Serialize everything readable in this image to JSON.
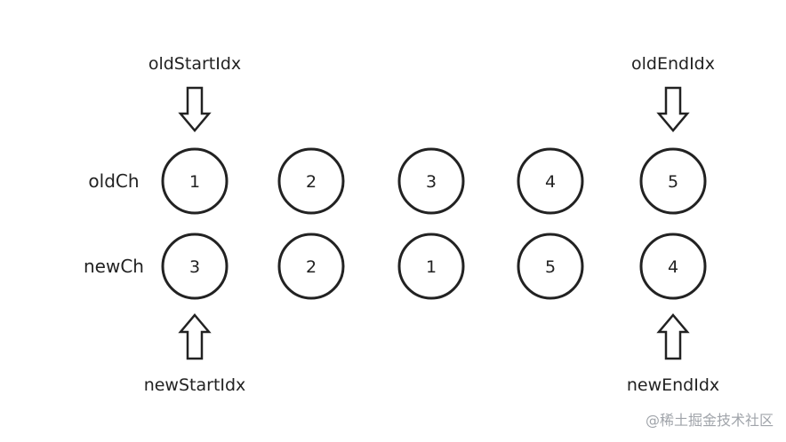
{
  "labels": {
    "old_start_idx": "oldStartIdx",
    "old_end_idx": "oldEndIdx",
    "new_start_idx": "newStartIdx",
    "new_end_idx": "newEndIdx",
    "old_row": "oldCh",
    "new_row": "newCh"
  },
  "old_ch": [
    "1",
    "2",
    "3",
    "4",
    "5"
  ],
  "new_ch": [
    "3",
    "2",
    "1",
    "5",
    "4"
  ],
  "watermark": "@稀土掘金技术社区",
  "colors": {
    "stroke": "#222222",
    "text": "#222222",
    "watermark": "#a0a4aa"
  }
}
